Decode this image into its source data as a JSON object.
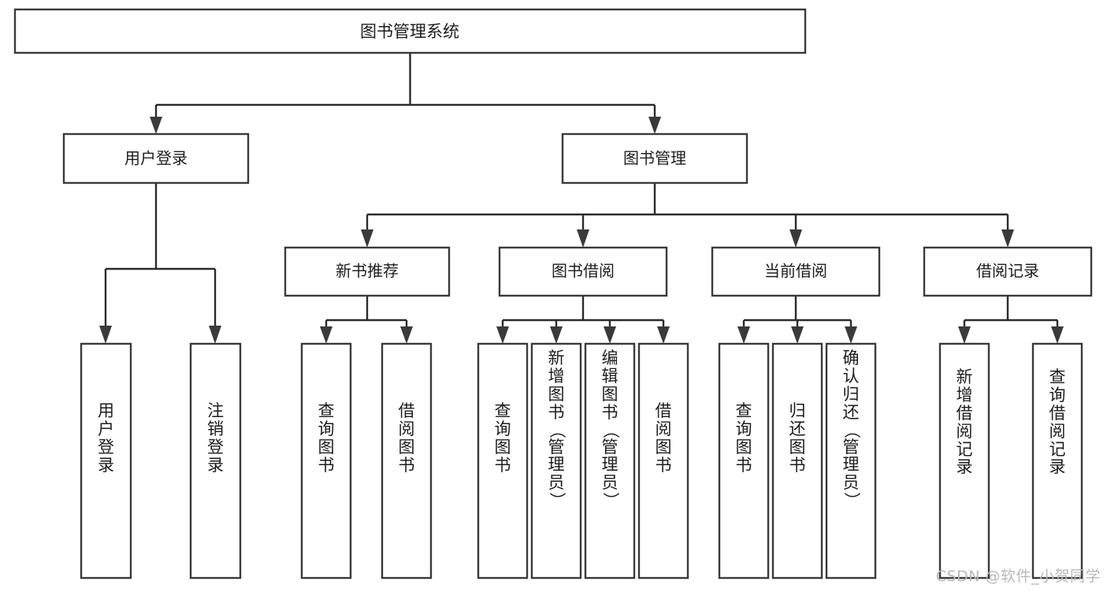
{
  "diagram": {
    "title": "图书管理系统",
    "type": "tree-hierarchy",
    "orientation": "top-down",
    "nodes": {
      "root": {
        "label": "图书管理系统"
      },
      "level2": [
        {
          "id": "user-login",
          "label": "用户登录"
        },
        {
          "id": "book-management",
          "label": "图书管理"
        }
      ],
      "level3": [
        {
          "id": "new-book-recommend",
          "label": "新书推荐"
        },
        {
          "id": "book-borrow",
          "label": "图书借阅"
        },
        {
          "id": "current-borrow",
          "label": "当前借阅"
        },
        {
          "id": "borrow-record",
          "label": "借阅记录"
        }
      ],
      "leaves": {
        "user-login": [
          {
            "id": "leaf-user-login",
            "label": "用户登录"
          },
          {
            "id": "leaf-logout-login",
            "label": "注销登录"
          }
        ],
        "new-book-recommend": [
          {
            "id": "leaf-query-book-1",
            "label": "查询图书"
          },
          {
            "id": "leaf-borrow-book-1",
            "label": "借阅图书"
          }
        ],
        "book-borrow": [
          {
            "id": "leaf-query-book-2",
            "label": "查询图书"
          },
          {
            "id": "leaf-add-book",
            "label": "新增图书（管理员）"
          },
          {
            "id": "leaf-edit-book",
            "label": "编辑图书（管理员）"
          },
          {
            "id": "leaf-borrow-book-2",
            "label": "借阅图书"
          }
        ],
        "current-borrow": [
          {
            "id": "leaf-query-book-3",
            "label": "查询图书"
          },
          {
            "id": "leaf-return-book",
            "label": "归还图书"
          },
          {
            "id": "leaf-confirm-return",
            "label": "确认归还（管理员）"
          }
        ],
        "borrow-record": [
          {
            "id": "leaf-add-record",
            "label": "新增借阅记录"
          },
          {
            "id": "leaf-query-record",
            "label": "查询借阅记录"
          }
        ]
      }
    },
    "colors": {
      "box_stroke": "#3a3a3a",
      "box_fill": "#ffffff",
      "connector": "#2b2b2b",
      "text": "#1d1d1d",
      "background": "#ffffff",
      "watermark": "#b9b9b9"
    }
  },
  "watermark": {
    "text": "CSDN @软件_小贺同学"
  }
}
